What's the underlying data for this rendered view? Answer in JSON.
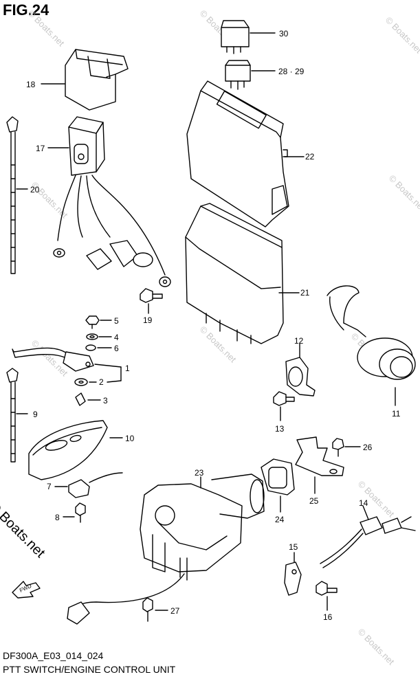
{
  "figure": {
    "title": "FIG.24",
    "code": "DF300A_E03_014_024",
    "caption": "PTT SWITCH/ENGINE CONTROL UNIT",
    "side_watermark": "© Boats.net",
    "diagonal_watermark": "© Boats.net",
    "front_arrow_label": "FWD"
  },
  "part_labels": {
    "p1": "1",
    "p2": "2",
    "p3": "3",
    "p4": "4",
    "p5": "5",
    "p6": "6",
    "p7": "7",
    "p8": "8",
    "p9": "9",
    "p10": "10",
    "p11": "11",
    "p12": "12",
    "p13": "13",
    "p14": "14",
    "p15": "15",
    "p16": "16",
    "p17": "17",
    "p18": "18",
    "p19": "19",
    "p20": "20",
    "p21": "21",
    "p22": "22",
    "p23": "23",
    "p24": "24",
    "p25": "25",
    "p26": "26",
    "p27": "27",
    "p28_29": "28 · 29",
    "p30": "30"
  }
}
